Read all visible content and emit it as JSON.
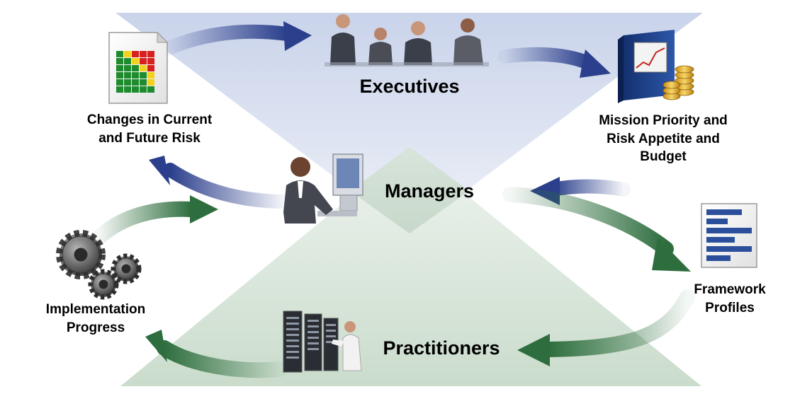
{
  "roles": {
    "executives": "Executives",
    "managers": "Managers",
    "practitioners": "Practitioners"
  },
  "artifacts": {
    "risk_changes": [
      "Changes in Current",
      "and Future Risk"
    ],
    "mission_priority": [
      "Mission Priority and",
      "Risk Appetite and",
      "Budget"
    ],
    "framework_profiles": [
      "Framework",
      "Profiles"
    ],
    "implementation_progress": [
      "Implementation",
      "Progress"
    ]
  },
  "icons": {
    "executives": "business-meeting-icon",
    "managers": "manager-at-computer-icon",
    "practitioners": "server-rack-technician-icon",
    "risk_changes": "risk-heatmap-document-icon",
    "mission_priority": "budget-binder-with-coins-icon",
    "framework_profiles": "framework-profile-document-icon",
    "implementation_progress": "gears-icon"
  },
  "colors": {
    "top_triangle": "#d7dff0",
    "bottom_triangle": "#d8e6da",
    "blue_arrow": "#2b3f8c",
    "green_arrow": "#2e6e3e",
    "heat_green": "#1e8c2e",
    "heat_yellow": "#f2d21c",
    "heat_red": "#d6211e"
  }
}
